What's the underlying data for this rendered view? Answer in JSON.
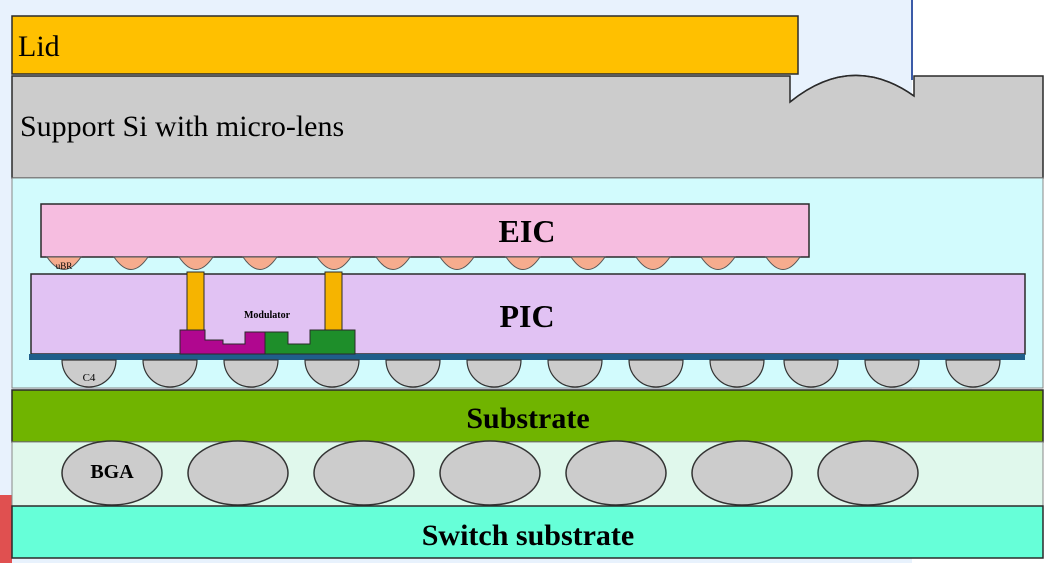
{
  "layers": {
    "lid": "Lid",
    "support": "Support Si with micro-lens",
    "eic": "EIC",
    "pic": "PIC",
    "modulator": "Modulator",
    "substrate": "Substrate",
    "switch_substrate": "Switch substrate"
  },
  "bump_labels": {
    "micro": "uBR",
    "c4": "C4",
    "bga": "BGA"
  },
  "colors": {
    "lid": "#FFC000",
    "support": "#CCCCCC",
    "cavity": "#D2FBFD",
    "outer_bg": "#E8F2FD",
    "eic": "#F6BDE0",
    "pic": "#E1C2F3",
    "micro_bump": "#F6AC8E",
    "pillar": "#F6B400",
    "modulator_left": "#B0078F",
    "modulator_right": "#1E8E2A",
    "pic_base": "#1F5E8A",
    "c4_bump": "#CCCCCC",
    "substrate": "#70B400",
    "bga_area": "#E0F8EC",
    "bga_ball": "#CCCCCC",
    "switch_substrate": "#66FFD8",
    "left_edge": "#E05050"
  }
}
